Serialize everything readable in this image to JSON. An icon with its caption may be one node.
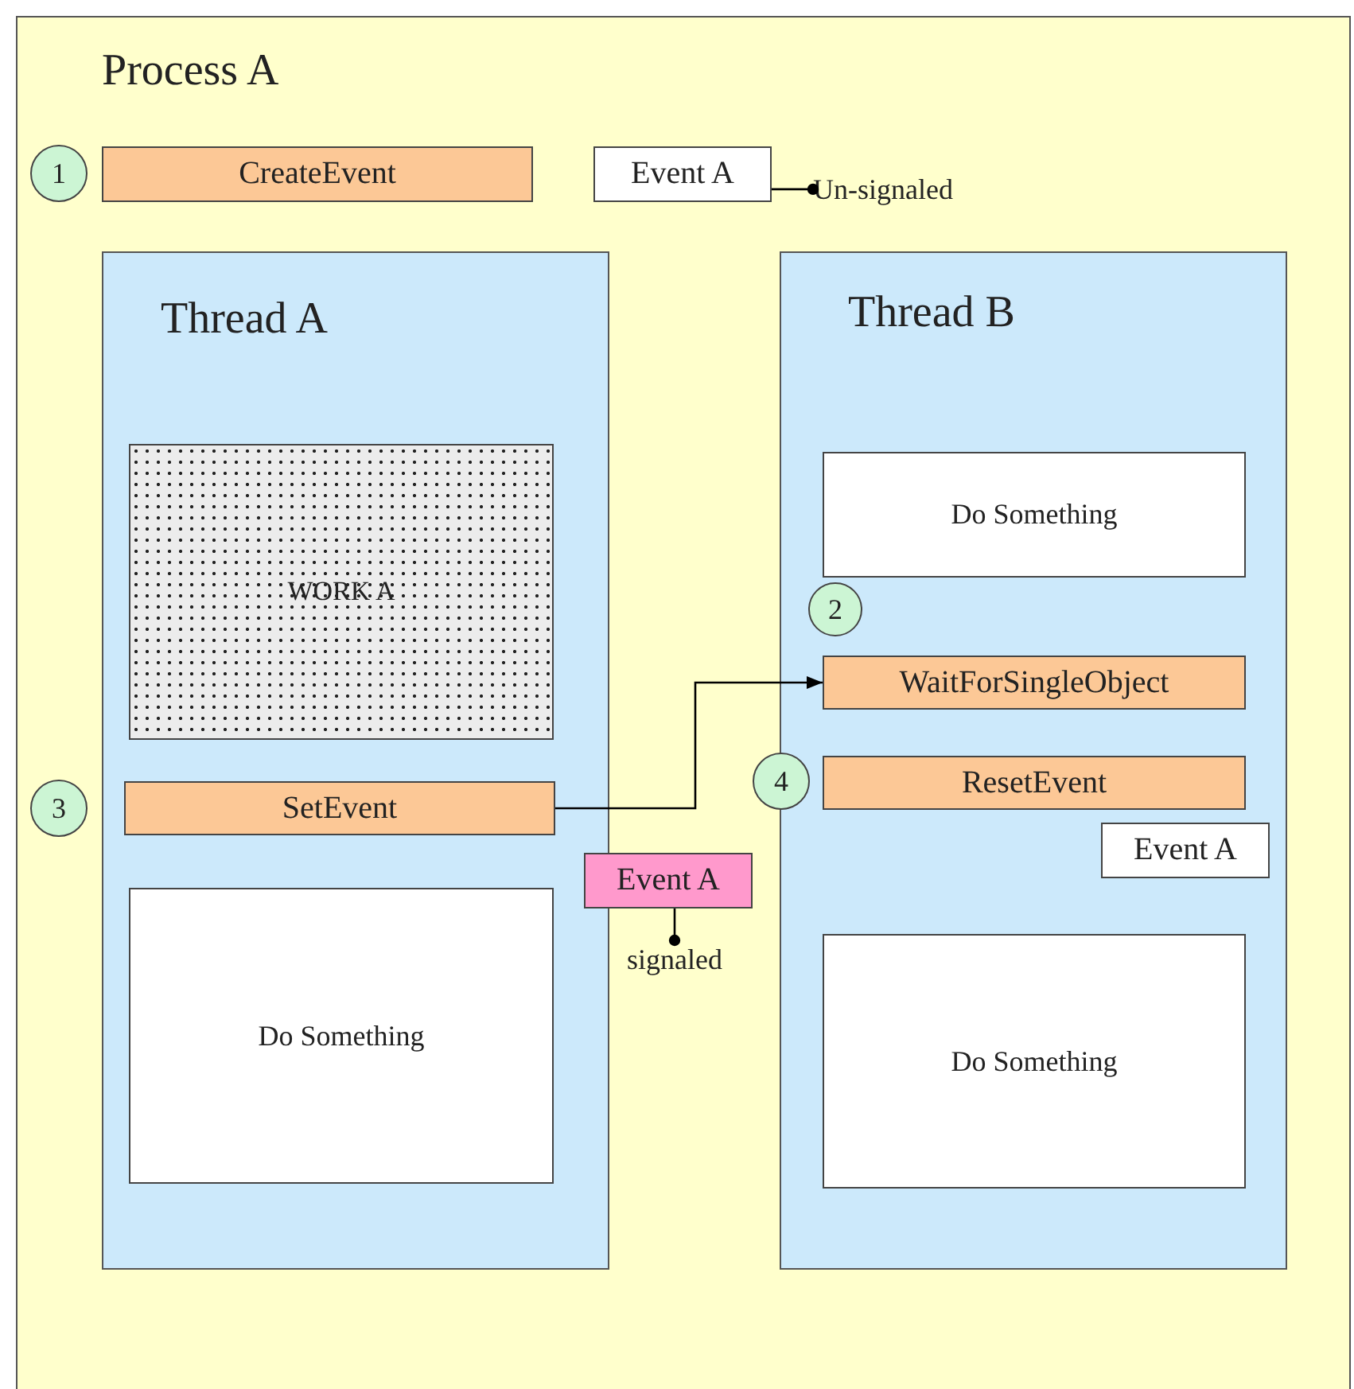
{
  "diagram": {
    "nodes": [
      {
        "text": [
          "Process A"
        ]
      },
      {
        "text": [
          "1"
        ],
        "in": 0
      },
      {
        "text": [
          "CreateEvent"
        ],
        "in": 0
      },
      {
        "text": [
          "Event A"
        ],
        "in": 0
      },
      {
        "text": [
          "Un-signaled"
        ],
        "in": 0
      },
      {
        "text": [
          "Thread A"
        ],
        "in": 0
      },
      {
        "text": [
          "WORK A"
        ],
        "in": 5
      },
      {
        "text": [
          "3"
        ],
        "in": 0
      },
      {
        "text": [
          "SetEvent"
        ],
        "in": 5
      },
      {
        "text": [
          "Do Something"
        ],
        "in": 5
      },
      {
        "text": [
          "Event A"
        ],
        "in": 0
      },
      {
        "text": [
          "signaled"
        ],
        "in": 0
      },
      {
        "text": [
          "Thread B"
        ],
        "in": 0
      },
      {
        "text": [
          "Do Something"
        ],
        "in": 12
      },
      {
        "text": [
          "2"
        ],
        "in": 12
      },
      {
        "text": [
          "WaitForSingleObject"
        ],
        "in": 12
      },
      {
        "text": [
          "4"
        ],
        "in": 0
      },
      {
        "text": [
          "ResetEvent"
        ],
        "in": 12
      },
      {
        "text": [
          "Event A"
        ],
        "in": 12
      },
      {
        "text": [
          "Do Something"
        ],
        "in": 12
      }
    ],
    "edges": [
      {
        "from": 3,
        "to": 4,
        "arrow": "other"
      },
      {
        "from": 8,
        "to": 15,
        "arrow": "to"
      },
      {
        "from": 10,
        "to": 11,
        "arrow": "other"
      }
    ]
  }
}
